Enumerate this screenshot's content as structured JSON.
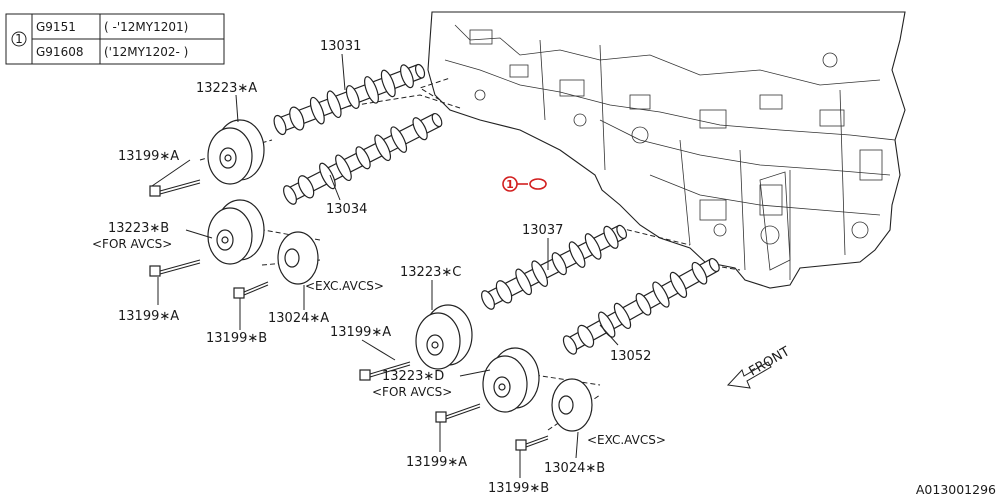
{
  "legend": {
    "ref_no": "1",
    "rows": [
      {
        "part_no": "G9151",
        "range": "( -'12MY1201)"
      },
      {
        "part_no": "G91608",
        "range": "('12MY1202- )"
      }
    ]
  },
  "callouts": {
    "c13031": "13031",
    "c13223A": "13223∗A",
    "c13199A_1": "13199∗A",
    "c13034": "13034",
    "c13223B": "13223∗B",
    "forAvcs1": "<FOR AVCS>",
    "c13199A_2": "13199∗A",
    "excAvcs1": "<EXC.AVCS>",
    "c13024A": "13024∗A",
    "c13199B_1": "13199∗B",
    "c13037": "13037",
    "c13223C": "13223∗C",
    "c13199A_3": "13199∗A",
    "c13223D": "13223∗D",
    "forAvcs2": "<FOR AVCS>",
    "c13052": "13052",
    "excAvcs2": "<EXC.AVCS>",
    "c13199A_4": "13199∗A",
    "c13024B": "13024∗B",
    "c13199B_2": "13199∗B",
    "ref1": "1"
  },
  "front_label": "FRONT",
  "figure_id": "A013001296",
  "colors": {
    "highlight": "#d21f1f",
    "line": "#222222"
  }
}
